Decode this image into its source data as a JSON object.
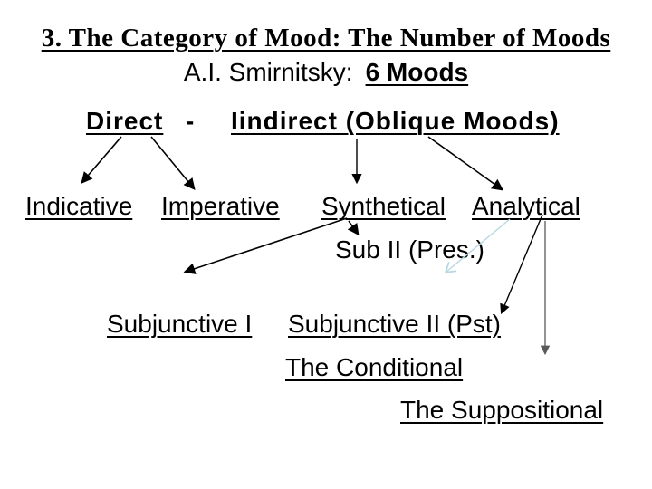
{
  "slide": {
    "title": "3. The Category of Mood: The Number of Moods",
    "author_line": {
      "prefix": "A.I. Smirnitsky:",
      "highlight": "6 Moods"
    },
    "dichotomy": {
      "left": "Direct",
      "separator": "-",
      "right": "Iindirect (Oblique Moods)"
    },
    "moods_row": {
      "indicative": "Indicative",
      "imperative": "Imperative",
      "synthetical": "Synthetical",
      "analytical": "Analytical"
    },
    "sub_ii": "Sub II (Pres.)",
    "subjunctive_row": {
      "subjunctive_i": "Subjunctive I",
      "subjunctive_ii": "Subjunctive II (Pst)"
    },
    "conditional": "The Conditional",
    "suppositional": "The Suppositional"
  },
  "colors": {
    "background": "#ffffff",
    "text": "#000000",
    "arrow": "#000000",
    "arrow_gray": "#595959",
    "arrow_pale": "#b7d9e2"
  }
}
